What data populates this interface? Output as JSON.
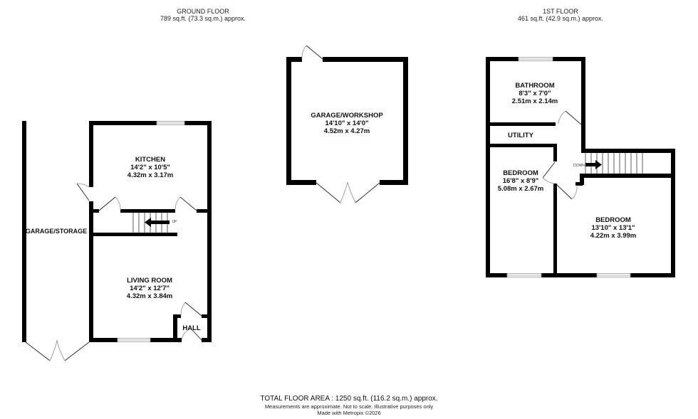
{
  "floors": {
    "ground": {
      "title": "GROUND FLOOR",
      "area": "789 sq.ft. (73.3 sq.m.) approx."
    },
    "first": {
      "title": "1ST FLOOR",
      "area": "461 sq.ft. (42.9 sq.m.) approx."
    }
  },
  "rooms": {
    "kitchen": {
      "name": "KITCHEN",
      "imperial": "14'2\"  x 10'5\"",
      "metric": "4.32m  x 3.17m"
    },
    "living_room": {
      "name": "LIVING ROOM",
      "imperial": "14'2\"  x 12'7\"",
      "metric": "4.32m  x 3.84m"
    },
    "hall": {
      "name": "HALL"
    },
    "garage_storage": {
      "name": "GARAGE/STORAGE"
    },
    "garage_workshop": {
      "name": "GARAGE/WORKSHOP",
      "imperial": "14'10\"  x 14'0\"",
      "metric": "4.52m  x 4.27m"
    },
    "bathroom": {
      "name": "BATHROOM",
      "imperial": "8'3\"  x 7'0\"",
      "metric": "2.51m  x 2.14m"
    },
    "utility": {
      "name": "UTILITY"
    },
    "bedroom_1": {
      "name": "BEDROOM",
      "imperial": "16'8\"  x 8'9\"",
      "metric": "5.08m  x 2.67m"
    },
    "bedroom_2": {
      "name": "BEDROOM",
      "imperial": "13'10\"  x 13'1\"",
      "metric": "4.22m  x 3.99m"
    }
  },
  "stairs": {
    "ground_label": "UP",
    "first_label": "DOWN"
  },
  "footer": {
    "total": "TOTAL FLOOR AREA : 1250 sq.ft. (116.2 sq.m.) approx.",
    "disclaimer": "Measurements are approximate.  Not to scale.  Illustrative purposes only",
    "credit": "Made with Metropix ©2026"
  },
  "colors": {
    "wall": "#000000",
    "background": "#ffffff",
    "window": "#bbbbbb"
  }
}
